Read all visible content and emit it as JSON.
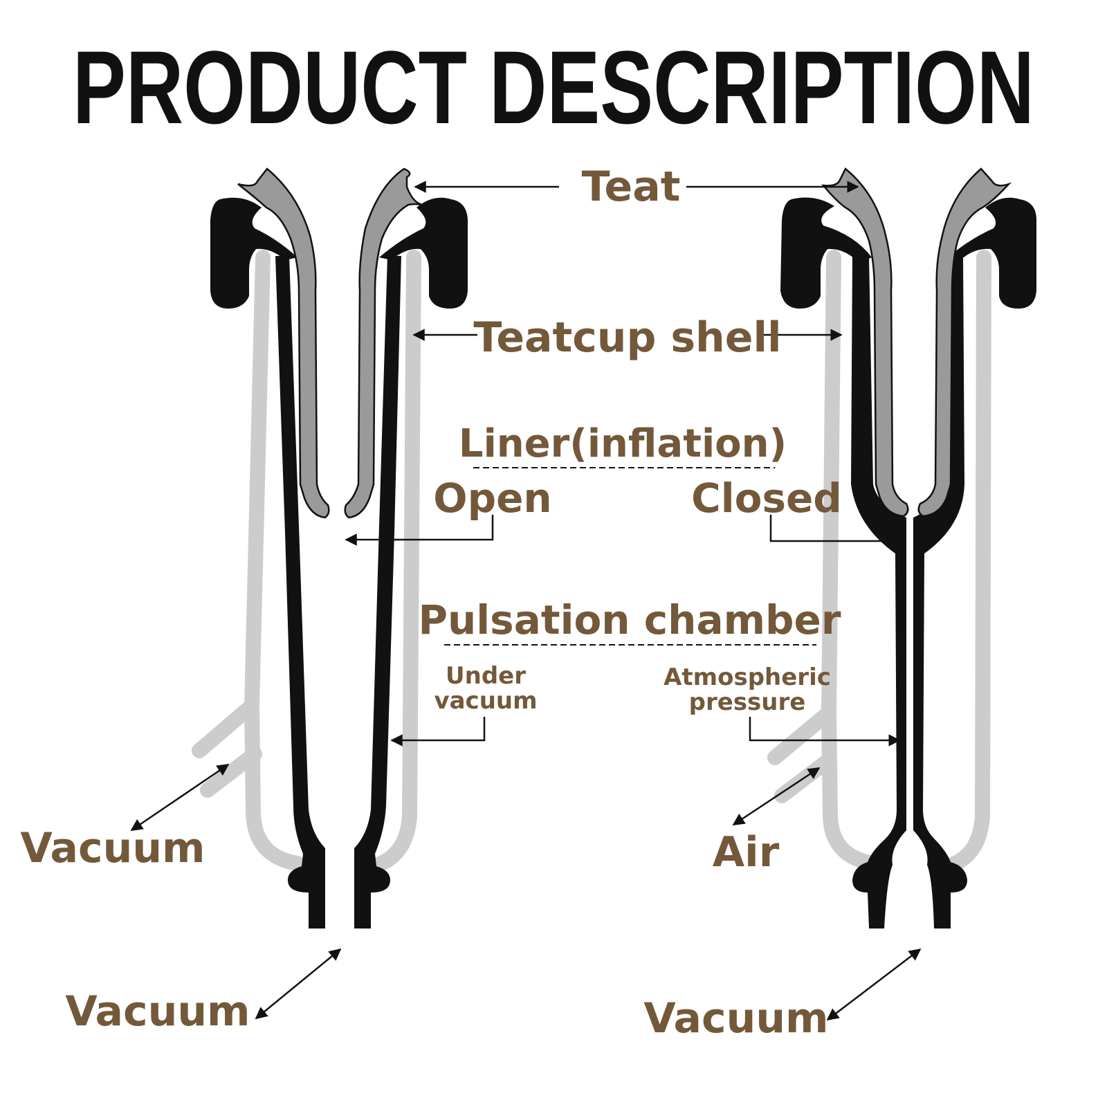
{
  "title": "PRODUCT DESCRIPTION",
  "colors": {
    "label": "#73593a",
    "ink": "#111111",
    "liner": "#9a9a9a",
    "shell": "#cccccc"
  },
  "labels": {
    "teat": "Teat",
    "teatcup_shell": "Teatcup shell",
    "liner": "Liner(inflation)",
    "open": "Open",
    "closed": "Closed",
    "pulsation_chamber": "Pulsation chamber",
    "under_vacuum_line1": "Under",
    "under_vacuum_line2": "vacuum",
    "atmospheric_line1": "Atmospheric",
    "atmospheric_line2": "pressure",
    "vacuum_side_left": "Vacuum",
    "vacuum_bottom_left": "Vacuum",
    "air": "Air",
    "vacuum_bottom_right": "Vacuum"
  }
}
